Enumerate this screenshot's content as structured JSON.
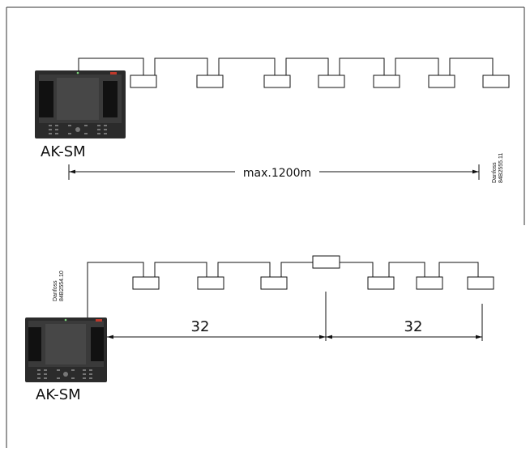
{
  "diagram_top": {
    "controller_label": "AK-SM",
    "distance_label": "max.1200m",
    "ref_code_line1": "Danfoss",
    "ref_code_line2": "84B2555.11",
    "unit_count": 7
  },
  "diagram_bottom": {
    "controller_label": "AK-SM",
    "ref_code_line1": "Danfoss",
    "ref_code_line2": "84B2554.10",
    "segment_left_label": "32",
    "segment_right_label": "32",
    "units_left_count": 3,
    "units_right_count": 3,
    "has_repeater": true
  }
}
